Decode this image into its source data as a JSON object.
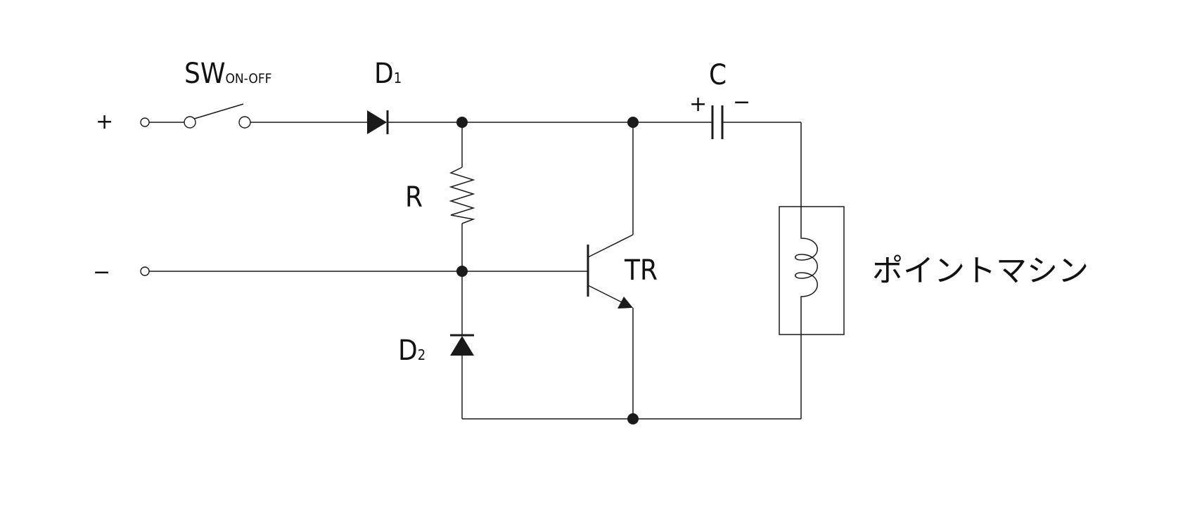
{
  "diagram": {
    "labels": {
      "plus_terminal": "+",
      "minus_terminal": "−",
      "switch_main": "SW",
      "switch_sub": "ON-OFF",
      "diode1_main": "D",
      "diode1_sub": "1",
      "diode2_main": "D",
      "diode2_sub": "2",
      "resistor": "R",
      "transistor": "TR",
      "capacitor": "C",
      "cap_plus": "+",
      "cap_minus": "−",
      "load": "ポイントマシン"
    }
  }
}
